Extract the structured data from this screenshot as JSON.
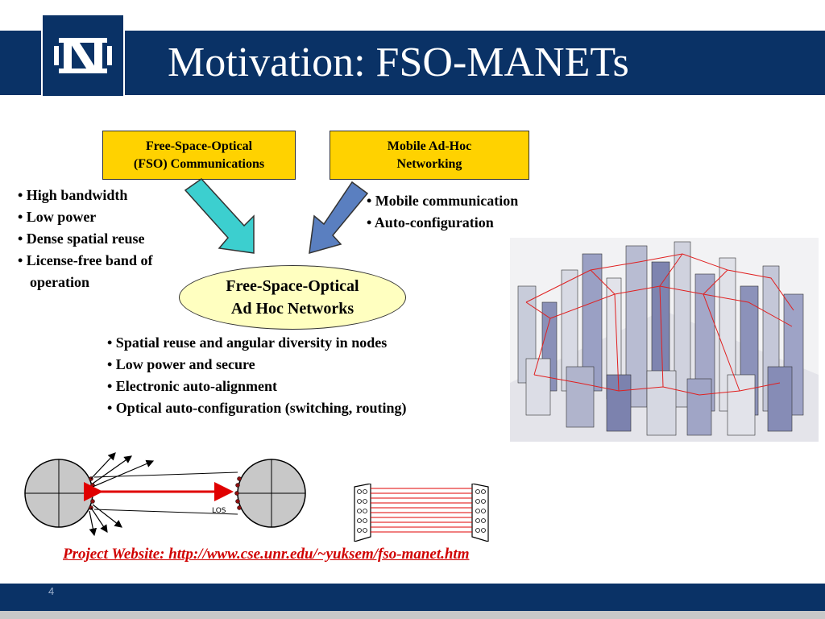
{
  "slide": {
    "title": "Motivation: FSO-MANETs",
    "logo_letter": "N",
    "page_number": "4"
  },
  "boxes": {
    "fso": [
      "Free-Space-Optical",
      "(FSO) Communications"
    ],
    "manet": [
      "Mobile Ad-Hoc",
      "Networking"
    ]
  },
  "left_bullets": [
    "• High bandwidth",
    "• Low power",
    "• Dense spatial reuse",
    "• License-free band of",
    "operation"
  ],
  "right_bullets": [
    "• Mobile communication",
    "• Auto-configuration"
  ],
  "center": [
    "Free-Space-Optical",
    "Ad Hoc Networks"
  ],
  "bottom_bullets": [
    "• Spatial reuse and angular diversity in nodes",
    "• Low power and secure",
    "• Electronic auto-alignment",
    "• Optical auto-configuration (switching, routing)"
  ],
  "diagram": {
    "los_label": "LOS"
  },
  "website": "Project Website:  http://www.cse.unr.edu/~yuksem/fso-manet.htm",
  "colors": {
    "header_blue": "#0a3266",
    "box_yellow": "#ffd200",
    "ellipse_fill": "#ffffc0",
    "arrow_teal": "#3ccfcf",
    "arrow_blue": "#5a7fc0",
    "link_red": "#d00000"
  }
}
